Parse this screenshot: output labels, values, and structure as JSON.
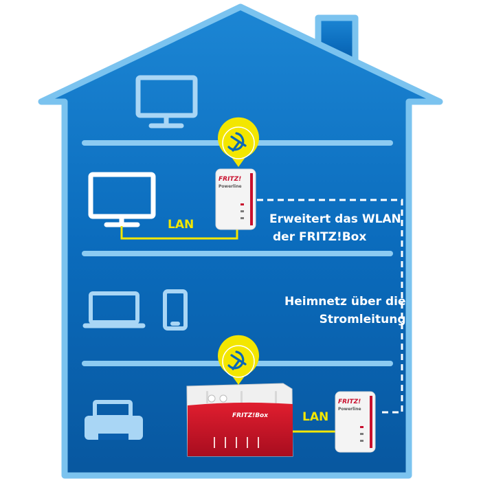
{
  "labels": {
    "lan_top": "LAN",
    "lan_bottom": "LAN",
    "wlan_line1": "Erweitert das WLAN",
    "wlan_line2": "der FRITZ!Box",
    "powerline_line1": "Heimnetz über die",
    "powerline_line2": "Stromleitung"
  },
  "devices": {
    "adapter_brand": "FRITZ!",
    "adapter_sub": "Powerline",
    "router_brand": "FRITZ!Box"
  },
  "colors": {
    "house_fill": "#0a67b7",
    "house_outline": "#7bc3ef",
    "floor_line": "#8ccbf2",
    "icon_stroke": "#a9d6f5",
    "lan_cable": "#f3e600",
    "wifi_badge": "#f3e600",
    "router_red": "#c8102e",
    "text": "#ffffff"
  },
  "icons": [
    "monitor-icon",
    "tv-icon",
    "laptop-icon",
    "smartphone-icon",
    "printer-icon",
    "mesh-wifi-icon"
  ]
}
